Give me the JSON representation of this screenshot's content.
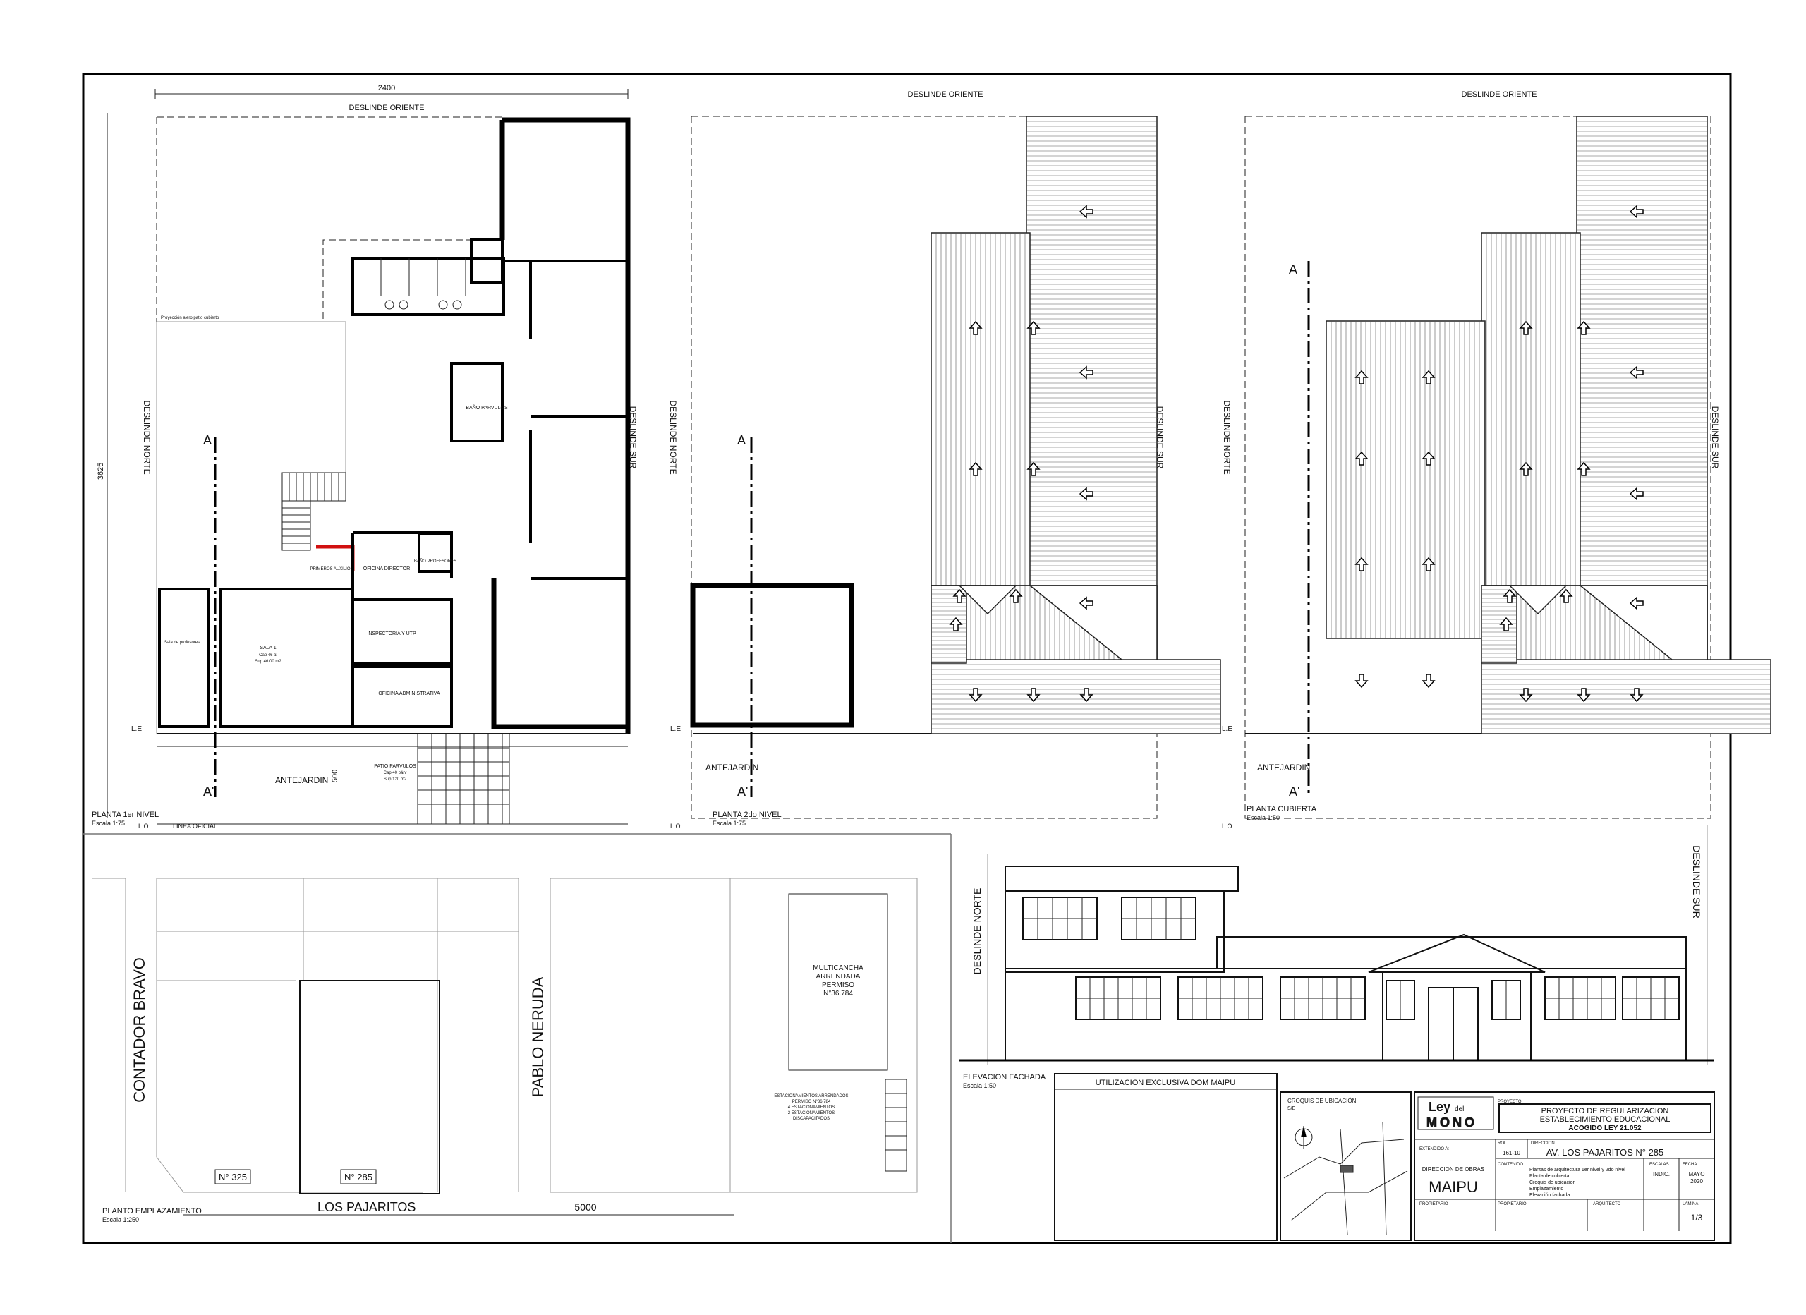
{
  "labels": {
    "dim_width": "2400",
    "dim_height": "3625",
    "dim_front": "500",
    "dim_site": "5000",
    "deslinde_oriente": "DESLINDE ORIENTE",
    "deslinde_norte": "DESLINDE NORTE",
    "deslinde_sur": "DESLINDE SUR",
    "section_a": "A",
    "section_a_prime": "A'",
    "le": "L.E",
    "lo": "L.O",
    "antejardin": "ANTEJARDIN",
    "linea_oficial": "LINEA OFICIAL",
    "patio": "PATIO PARVULOS",
    "patio_cap": "Cap 40 párv",
    "patio_sup": "Sup 120 m2"
  },
  "rooms": {
    "primeros_auxilios": "PRIMEROS AUXILIOS",
    "oficina_director": "OFICINA DIRECTOR",
    "bano_profesores": "BAÑO PROFESORES",
    "bano_parvulos": "BAÑO PARVULOS",
    "inspectoria": "INSPECTORIA Y UTP",
    "oficina_admin": "OFICINA ADMINISTRATIVA",
    "sala1": "SALA 1",
    "sala1_cap": "Cap 46 al",
    "sala1_sup": "Sup 46,00 m2",
    "sala_profesores": "Sala de profesores"
  },
  "plans": {
    "p1_title": "PLANTA 1er NIVEL",
    "p1_scale": "Escala 1:75",
    "p2_title": "PLANTA 2do NIVEL",
    "p2_scale": "Escala 1:75",
    "p3_title": "PLANTA CUBIERTA",
    "p3_scale": "Escala 1:50",
    "site_title": "PLANTO EMPLAZAMIENTO",
    "site_scale": "Escala 1:250",
    "elev_title": "ELEVACION FACHADA",
    "elev_scale": "Escala 1:50"
  },
  "site": {
    "street_contador": "CONTADOR BRAVO",
    "street_neruda": "PABLO NERUDA",
    "street_pajaritos": "LOS PAJARITOS",
    "n325": "N° 325",
    "n285": "N° 285",
    "multicancha": [
      "MULTICANCHA",
      "ARRENDADA",
      "PERMISO",
      "N°36.784"
    ],
    "estacionamientos": [
      "ESTACIONAMIENTOS ARRENDADOS",
      "PERMISO N°36.784",
      "4 ESTACIONAMIENTOS",
      "2 ESTACIONAMIENTOS",
      "DISCAPACITADOS"
    ]
  },
  "titleblock": {
    "utilizacion": "UTILIZACION EXCLUSIVA DOM MAIPU",
    "croquis": "CROQUIS DE UBICACIÓN",
    "croquis_se": "S/E",
    "logo_ley": "Ley",
    "logo_del": "del",
    "logo_mono": "MONO",
    "proyecto_label": "PROYECTO",
    "proyecto": [
      "PROYECTO DE REGULARIZACION",
      "ESTABLECIMIENTO EDUCACIONAL",
      "ACOGIDO LEY 21.052"
    ],
    "extendido_label": "EXTENDIDO A:",
    "rol_label": "ROL",
    "rol": "161-10",
    "direccion_label": "DIRECCION",
    "direccion": "AV. LOS PAJARITOS N° 285",
    "direccion_obras": "DIRECCION DE OBRAS",
    "comuna": "MAIPU",
    "contenido_label": "CONTENIDO",
    "contenido": [
      "Plantas de arquitectura 1er nivel y 2do nivel",
      "Planta de cubierta",
      "Croquis de ubicacion",
      "Emplazamiento",
      "Elevación fachada"
    ],
    "escala_label": "ESCALAS",
    "escala": "INDIC.",
    "fecha_label": "FECHA",
    "fecha": [
      "MAYO",
      "2020"
    ],
    "propietario_label": "PROPIETARIO",
    "arquitecto_label": "ARQUITECTO",
    "lamina_label": "LAMINA",
    "lamina": "1/3"
  },
  "colors": {
    "first_aid": "#d11010",
    "ink": "#111111"
  }
}
